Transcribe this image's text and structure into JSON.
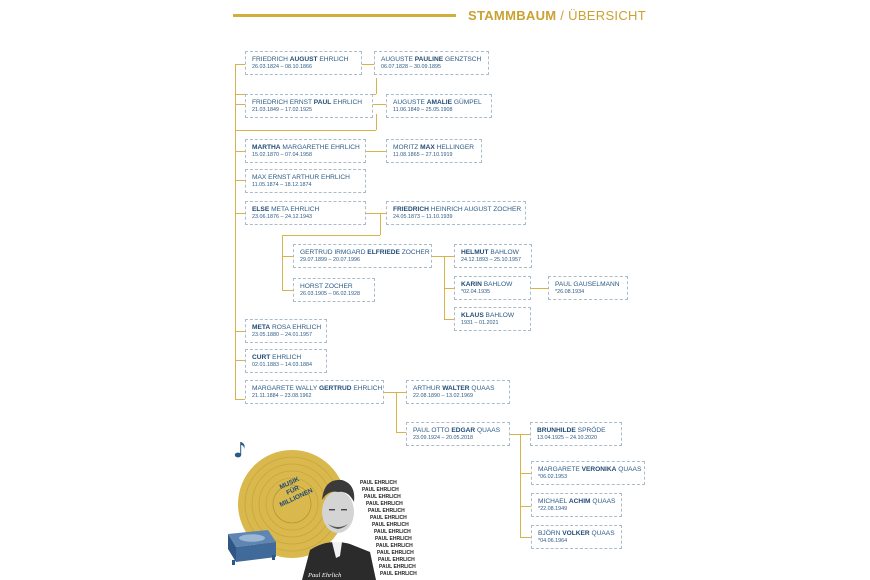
{
  "header": {
    "title_bold": "STAMMBAUM",
    "separator": " / ",
    "title_rest": "ÜBERSICHT"
  },
  "people": {
    "p1": {
      "pre": "FRIEDRICH ",
      "bold": "AUGUST",
      "post": " EHRLICH",
      "dates": "26.03.1824 – 08.10.1866"
    },
    "p2": {
      "pre": "AUGUSTE ",
      "bold": "PAULINE",
      "post": " GENZTSCH",
      "dates": "06.07.1828 – 30.09.1895"
    },
    "p3": {
      "pre": "FRIEDRICH ERNST ",
      "bold": "PAUL",
      "post": " EHRLICH",
      "dates": "21.03.1849 – 17.02.1925"
    },
    "p4": {
      "pre": "AUGUSTE ",
      "bold": "AMALIE",
      "post": " GÜMPEL",
      "dates": "11.06.1849 – 25.05.1908"
    },
    "p5": {
      "pre": "",
      "bold": "MARTHA",
      "post": " MARGARETHE EHRLICH",
      "dates": "15.02.1870 – 07.04.1958"
    },
    "p6": {
      "pre": "MORITZ ",
      "bold": "MAX",
      "post": " HELLINGER",
      "dates": "11.08.1865 – 27.10.1919"
    },
    "p7": {
      "pre": "MAX ERNST ARTHUR EHRLICH",
      "bold": "",
      "post": "",
      "dates": "11.05.1874 – 18.12.1874"
    },
    "p8": {
      "pre": "",
      "bold": "ELSE",
      "post": " META EHRLICH",
      "dates": "23.06.1876 – 24.12.1943"
    },
    "p9": {
      "pre": "",
      "bold": "FRIEDRICH",
      "post": " HEINRICH AUGUST ZOCHER",
      "dates": "24.05.1873 – 11.10.1939"
    },
    "p10": {
      "pre": "GERTRUD IRMGARD ",
      "bold": "ELFRIEDE",
      "post": " ZOCHER",
      "dates": "29.07.1899 – 20.07.1996"
    },
    "p11": {
      "pre": "HORST ZOCHER",
      "bold": "",
      "post": "",
      "dates": "26.03.1905 – 06.02.1928"
    },
    "p12": {
      "pre": "",
      "bold": "HELMUT",
      "post": " BAHLOW",
      "dates": "24.12.1893 – 25.10.1957"
    },
    "p13": {
      "pre": "",
      "bold": "KARIN",
      "post": " BAHLOW",
      "dates": "*02.04.1935"
    },
    "p14": {
      "pre": "PAUL GAUSELMANN",
      "bold": "",
      "post": "",
      "dates": "*26.08.1934"
    },
    "p15": {
      "pre": "",
      "bold": "KLAUS",
      "post": " BAHLOW",
      "dates": "1931 – 01.2021"
    },
    "p16": {
      "pre": "",
      "bold": "META",
      "post": " ROSA EHRLICH",
      "dates": "23.05.1880 – 24.01.1957"
    },
    "p17": {
      "pre": "",
      "bold": "CURT",
      "post": " EHRLICH",
      "dates": "02.01.1883 – 14.03.1884"
    },
    "p18": {
      "pre": "MARGARETE WALLY ",
      "bold": "GERTRUD",
      "post": " EHRLICH",
      "dates": "21.11.1884 – 23.08.1962"
    },
    "p19": {
      "pre": "ARTHUR ",
      "bold": "WALTER",
      "post": " QUAAS",
      "dates": "22.08.1890 – 13.02.1969"
    },
    "p20": {
      "pre": "PAUL OTTO ",
      "bold": "EDGAR",
      "post": " QUAAS",
      "dates": "23.09.1924 – 20.05.2018"
    },
    "p21": {
      "pre": "",
      "bold": "BRUNHILDE",
      "post": " SPRÖDE",
      "dates": "13.04.1925 – 24.10.2020"
    },
    "p22": {
      "pre": "MARGARETE ",
      "bold": "VERONIKA",
      "post": " QUAAS",
      "dates": "*06.02.1953"
    },
    "p23": {
      "pre": "MICHAEL ",
      "bold": "ACHIM",
      "post": " QUAAS",
      "dates": "*22.08.1949"
    },
    "p24": {
      "pre": "BJÖRN ",
      "bold": "VOLKER",
      "post": " QUAAS",
      "dates": "*04.06.1964"
    }
  },
  "illustration": {
    "record_label_lines": [
      "MUSIK",
      "FÜR",
      "MILLIONEN"
    ],
    "text_pattern": "PAUL EHRLICH",
    "signature": "Paul Ehrlich"
  },
  "colors": {
    "gold": "#d2ae3a",
    "navy": "#2c5b86",
    "box_border": "#a9bccb"
  }
}
